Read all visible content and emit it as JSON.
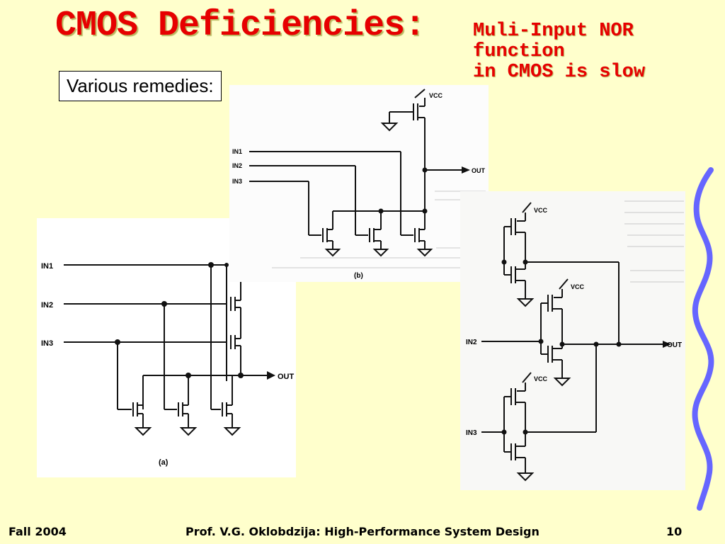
{
  "slide": {
    "title": "CMOS Deficiencies:",
    "subtitle_lines": [
      "Muli-Input NOR",
      "function",
      "in CMOS is slow"
    ],
    "callout": "Various remedies:"
  },
  "circuits": {
    "a": {
      "inputs": [
        "IN1",
        "IN2",
        "IN3"
      ],
      "output": "OUT",
      "caption": "(a)"
    },
    "b": {
      "inputs": [
        "IN1",
        "IN2",
        "IN3"
      ],
      "output": "OUT",
      "supply": "VCC",
      "caption": "(b)"
    },
    "c": {
      "inputs": [
        "IN2",
        "IN3"
      ],
      "output": "OUT",
      "supply": "VCC"
    }
  },
  "footer": {
    "left": "Fall 2004",
    "center": "Prof. V.G. Oklobdzija: High-Performance System Design",
    "right": "10"
  },
  "colors": {
    "background": "#ffffcc",
    "title": "#e60000",
    "accent_wave": "#6666ff"
  }
}
